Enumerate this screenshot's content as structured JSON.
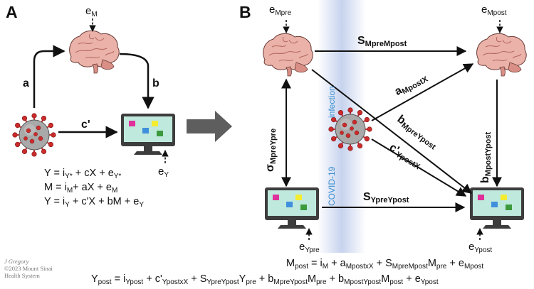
{
  "panels": {
    "a": "A",
    "b": "B"
  },
  "panel_a": {
    "error_m": {
      "base": "e",
      "sub": "M"
    },
    "error_y": {
      "base": "e",
      "sub": "Y"
    },
    "path_a": "a",
    "path_b": "b",
    "path_c_prime": "c'",
    "equations": [
      {
        "parts": [
          "Y = i",
          "Y*",
          " + cX + e",
          "Y*",
          ""
        ]
      },
      {
        "parts": [
          "M = i",
          "M",
          "+ aX + e",
          "M",
          ""
        ]
      },
      {
        "parts": [
          "Y = i",
          "Y",
          " + c'X + bM + e",
          "Y",
          ""
        ]
      }
    ]
  },
  "panel_b": {
    "error_mpre": {
      "base": "e",
      "sub": "Mpre"
    },
    "error_mpost": {
      "base": "e",
      "sub": "Mpost"
    },
    "error_ypre": {
      "base": "e",
      "sub": "Ypre"
    },
    "error_ypost": {
      "base": "e",
      "sub": "Ypost"
    },
    "s_mpre_mpost": {
      "base": "S",
      "sub": "MpreMpost"
    },
    "s_ypre_ypost": {
      "base": "S",
      "sub": "YpreYpost"
    },
    "a_mpost_x": {
      "base": "a",
      "sub": "MpostX"
    },
    "b_mpre_ypost": {
      "base": "b",
      "sub": "MpreYpost"
    },
    "c_ypost_x": {
      "base": "c'",
      "sub": "YpostX"
    },
    "sigma_mpre_ypre": {
      "base": "σ",
      "sub": "MpreYpre"
    },
    "b_mpost_ypost": {
      "base": "b",
      "sub": "MpostYpost"
    },
    "band_label": "COVID-19",
    "band_label_2": "infection",
    "equations": [
      {
        "parts": [
          "M",
          "post",
          " = i",
          "M",
          " + a",
          "MpostxX",
          " + S",
          "MpreMpost",
          "M",
          "pre",
          " + e",
          "Mpost",
          ""
        ]
      },
      {
        "parts": [
          "Y",
          "post",
          " = i",
          "Ypost",
          " + c'",
          "YpostxX",
          " + S",
          "YpreYpost",
          "Y",
          "pre",
          " + b",
          "MpreYpost",
          "M",
          "pre",
          " + b",
          "MpostYpost",
          "M",
          "post",
          " + e",
          "Ypost",
          ""
        ]
      }
    ]
  },
  "credit": {
    "signature": "J Gregory",
    "line1": "©2023 Mount Sinai",
    "line2": "Health System"
  },
  "colors": {
    "arrow": "#111111",
    "big_arrow": "#5e5e5e",
    "band": "#c7d3ee",
    "brain": "#eab2a9",
    "brain_shade": "#d98f86",
    "virus_body": "#a9a9a9",
    "virus_spike": "#cc2b2b",
    "monitor_frame": "#3d3d3d",
    "monitor_screen": "#bfe9dd",
    "sq_magenta": "#e0309a",
    "sq_yellow": "#f4ec30",
    "sq_blue": "#3f8fdc",
    "sq_green": "#3c9a3c",
    "infection_text": "#3b8ed0"
  }
}
